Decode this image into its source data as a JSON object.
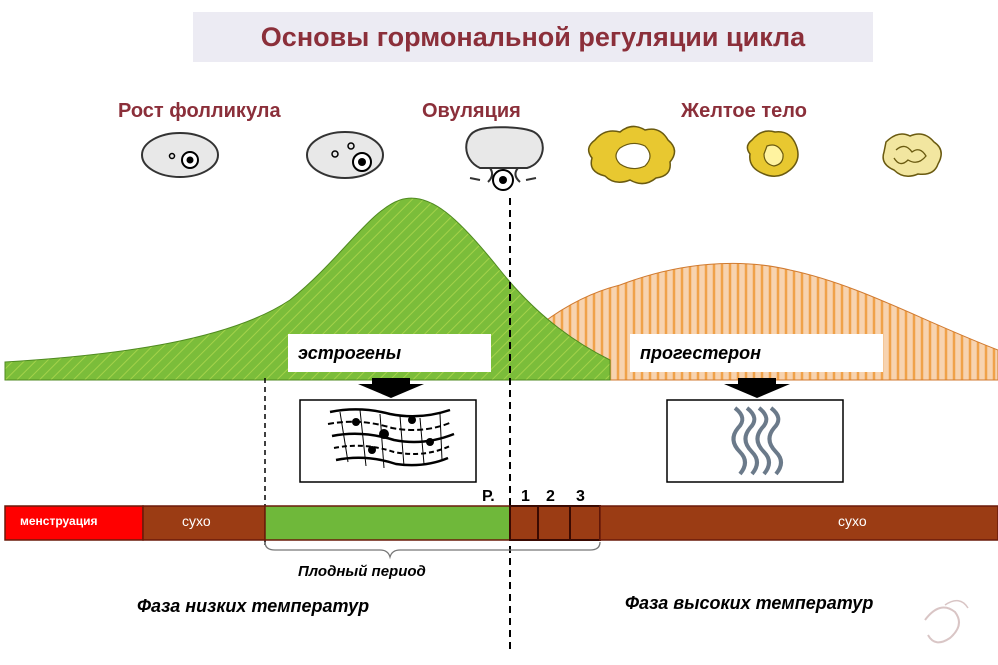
{
  "title": "Основы гормональной регуляции цикла",
  "stages": {
    "follicle_growth": "Рост фолликула",
    "ovulation": "Овуляция",
    "corpus_luteum": "Желтое тело"
  },
  "hormones": {
    "estrogen": "эстрогены",
    "progesterone": "прогестерон"
  },
  "cycle_bar": {
    "menstruation": "менструация",
    "dry_early": "сухо",
    "peak_marker": "Р.",
    "days_after": [
      "1",
      "2",
      "3"
    ],
    "dry_late": "сухо"
  },
  "fertile_period": "Плодный период",
  "phases": {
    "low_temp": "Фаза низких температур",
    "high_temp": "Фаза высоких температур"
  },
  "colors": {
    "title": "#8b2f3a",
    "estrogen_fill": "#7bbd3a",
    "progesterone_fill": "#f6c9a0",
    "progesterone_stripe": "#f0a040",
    "menstruation": "#ff0000",
    "dry": "#9b3c14",
    "fertile": "#6fb83a",
    "corpus_luteum": "#e8c830"
  }
}
